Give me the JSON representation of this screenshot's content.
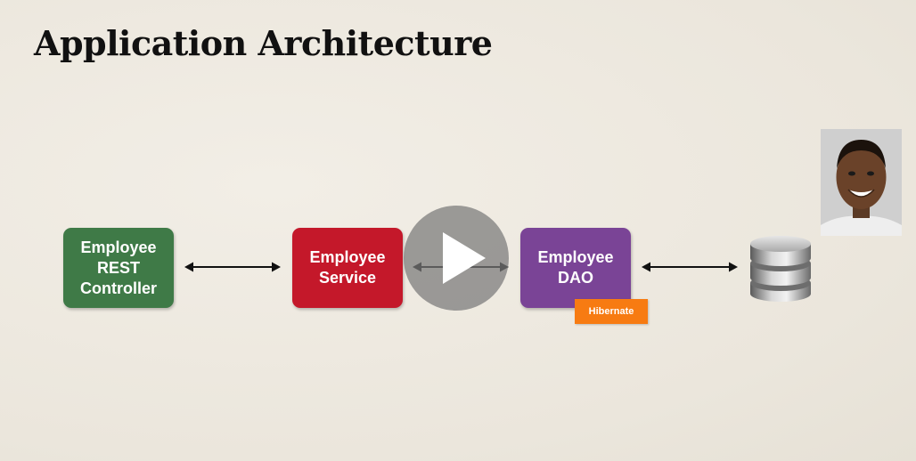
{
  "slide": {
    "title": "Application Architecture"
  },
  "diagram": {
    "controller": {
      "lines": [
        "Employee",
        "REST",
        "Controller"
      ],
      "color": "#3f7a47"
    },
    "service": {
      "lines": [
        "Employee",
        "Service"
      ],
      "color": "#c4182a"
    },
    "dao": {
      "lines": [
        "Employee",
        "DAO"
      ],
      "color": "#7a4496"
    },
    "dao_badge": {
      "label": "Hibernate",
      "color": "#f77b12"
    },
    "database_icon": "database-icon",
    "arrow_icon": "double-arrow-icon"
  },
  "video": {
    "play_icon": "play-icon",
    "presenter": "presenter-thumbnail"
  }
}
